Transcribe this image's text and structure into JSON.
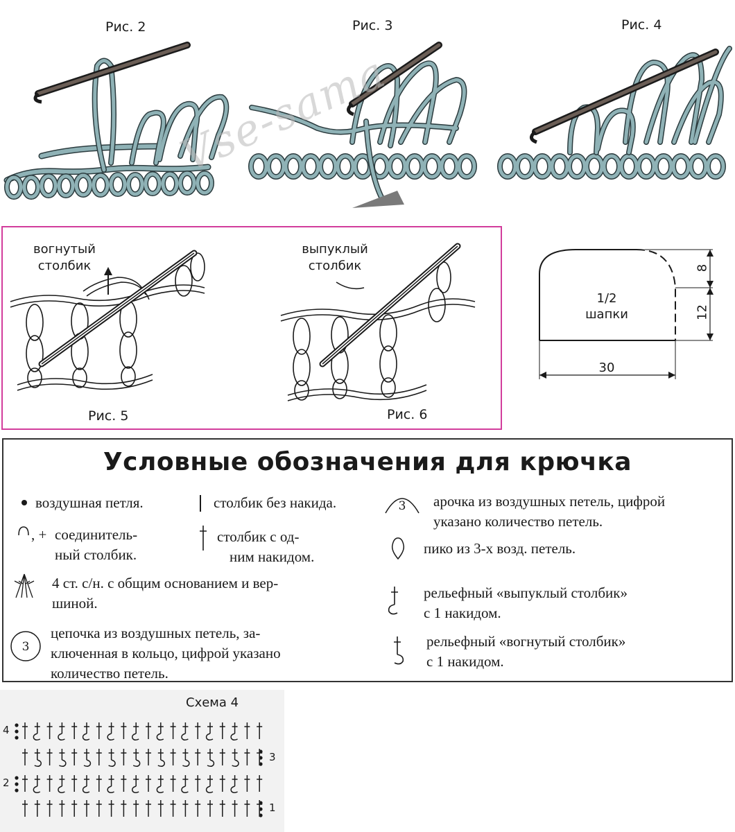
{
  "figures": {
    "fig2": "Рис. 2",
    "fig3": "Рис. 3",
    "fig4": "Рис. 4",
    "fig5": "Рис. 5",
    "fig6": "Рис. 6"
  },
  "watermark": "Vse-sama",
  "concave_label": [
    "вогнутый",
    "столбик"
  ],
  "convex_label": [
    "выпуклый",
    "столбик"
  ],
  "pattern": {
    "title_line1": "1/2",
    "title_line2": "шапки",
    "height_top": "8",
    "height_bottom": "12",
    "width": "30"
  },
  "legend": {
    "title": "Условные обозначения  для крючка",
    "items": [
      {
        "symbol": "chain-dot",
        "text": [
          "воздушная петля."
        ]
      },
      {
        "symbol": "single-crochet",
        "text": [
          "столбик без накида."
        ]
      },
      {
        "symbol": "arch-3",
        "label": "3",
        "text": [
          "арочка из воздушных петель, цифрой",
          "указано количество петель."
        ]
      },
      {
        "symbol": "slip-stitch",
        "prefix": ", +",
        "text": [
          "соединитель-",
          "ный столбик."
        ]
      },
      {
        "symbol": "double-crochet",
        "text": [
          "столбик с од-",
          "ним накидом."
        ]
      },
      {
        "symbol": "picot",
        "text": [
          "пико из 3-х возд. петель."
        ]
      },
      {
        "symbol": "cluster-4",
        "text": [
          "4 ст. с/н. с общим  основанием и  вер-",
          "шиной."
        ]
      },
      {
        "symbol": "front-post",
        "text": [
          "рельефный «выпуклый столбик»",
          "с 1 накидом."
        ]
      },
      {
        "symbol": "ring-3",
        "label": "3",
        "text": [
          "цепочка из воздушных петель, за-",
          "ключенная в кольцо, цифрой указано",
          "количество петель."
        ]
      },
      {
        "symbol": "back-post",
        "text": [
          "рельефный «вогнутый столбик»",
          "с 1 накидом."
        ]
      }
    ]
  },
  "chart": {
    "title": "Схема 4",
    "rows": [
      "4",
      "3",
      "2",
      "1"
    ]
  }
}
